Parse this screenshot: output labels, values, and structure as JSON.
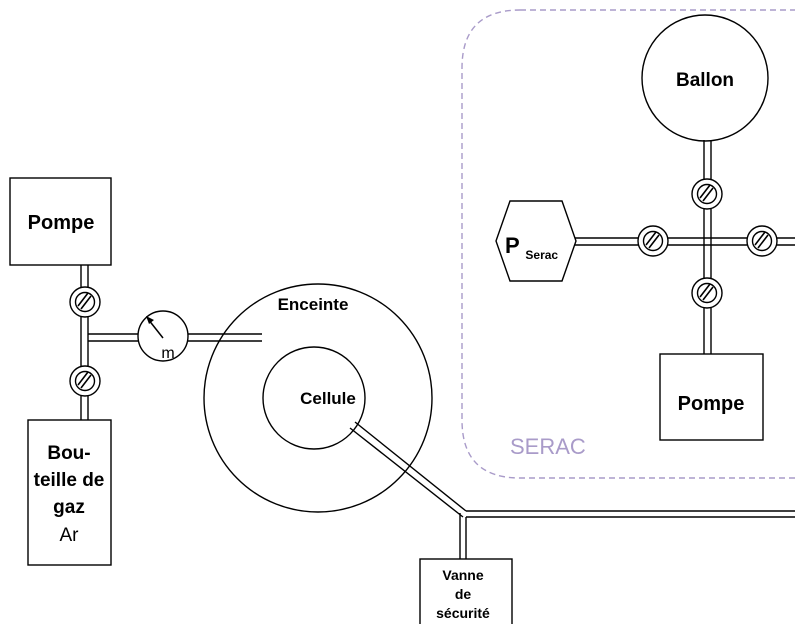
{
  "labels": {
    "pompe_left": "Pompe",
    "bouteille_line1": "Bou-",
    "bouteille_line2": "teille de",
    "bouteille_line3": "gaz",
    "bouteille_line4": "Ar",
    "manometer": "m",
    "enceinte": "Enceinte",
    "cellule": "Cellule",
    "vanne_line1": "Vanne",
    "vanne_line2": "de",
    "vanne_line3": "sécurité",
    "ballon": "Ballon",
    "pserac_main": "P",
    "pserac_sub": "Serac",
    "pompe_right": "Pompe",
    "serac": "SERAC"
  },
  "colors": {
    "line": "#000000",
    "serac_border": "#a99bc9",
    "serac_text": "#a99bc9",
    "background": "#ffffff"
  },
  "icons": {
    "valve": "valve-symbol",
    "gauge_needle": "gauge-arrow-icon"
  }
}
